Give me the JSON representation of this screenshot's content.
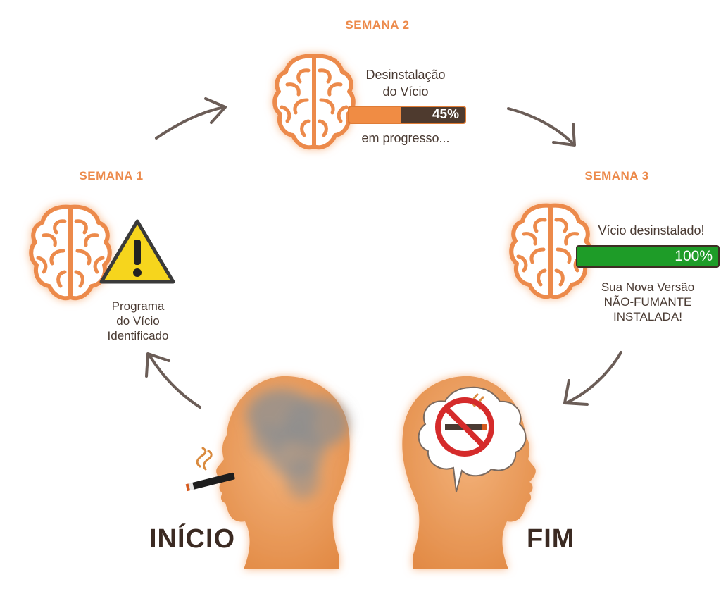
{
  "start": {
    "label": "INÍCIO"
  },
  "end": {
    "label": "FIM"
  },
  "week1": {
    "title": "SEMANA 1",
    "text_lines": [
      "Programa",
      "do Vício",
      "Identificado"
    ]
  },
  "week2": {
    "title": "SEMANA 2",
    "heading_lines": [
      "Desinstalação",
      "do Vício"
    ],
    "progress_label": "45%",
    "progress_value": 0.45,
    "status": "em progresso..."
  },
  "week3": {
    "title": "SEMANA 3",
    "heading": "Vício desinstalado!",
    "progress_label": "100%",
    "progress_value": 1.0,
    "text_lines": [
      "Sua Nova Versão",
      "NÃO-FUMANTE",
      "INSTALADA!"
    ]
  },
  "colors": {
    "accent": "#ec8a4b",
    "head": "#e9964f",
    "progress_orange": "#f08c44",
    "progress_track": "#4e3a2e",
    "progress_green": "#1e9c28",
    "warning_yellow": "#f6d51d",
    "no_smoking_red": "#d52b2b",
    "arrow": "#6b5d57"
  },
  "icons": [
    "brain-icon",
    "warning-icon",
    "cigarette-icon",
    "no-smoking-icon",
    "smoke-icon",
    "cycle-arrow-icon",
    "head-silhouette-icon"
  ]
}
